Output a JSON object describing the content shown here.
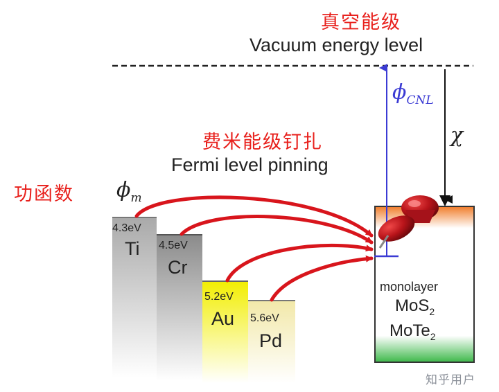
{
  "labels": {
    "vacuum_cn": "真空能级",
    "vacuum_en": "Vacuum energy level",
    "pinning_cn": "费米能级钉扎",
    "pinning_en": "Fermi level pinning",
    "workfunction_cn": "功函数",
    "phi_m_main": "ϕ",
    "phi_m_sub": "m",
    "phi_cnl_main": "ϕ",
    "phi_cnl_sub": "CNL",
    "chi": "χ"
  },
  "metals": [
    {
      "name": "Ti",
      "value": "4.3eV",
      "color": "#b8b8b8"
    },
    {
      "name": "Cr",
      "value": "4.5eV",
      "color": "#9a9a9a"
    },
    {
      "name": "Au",
      "value": "5.2eV",
      "color": "#f4f000"
    },
    {
      "name": "Pd",
      "value": "5.6eV",
      "color": "#f3ebb0"
    }
  ],
  "semiconductor": {
    "line1": "monolayer",
    "mos2_base": "MoS",
    "mos2_sub": "2",
    "mote2_base": "MoTe",
    "mote2_sub": "2",
    "top_color": "#f07c2a",
    "bottom_color": "#3db84a"
  },
  "watermark": "知乎用户",
  "colors": {
    "arrow_red": "#d8151c",
    "cnl_blue": "#3b3bd4"
  }
}
